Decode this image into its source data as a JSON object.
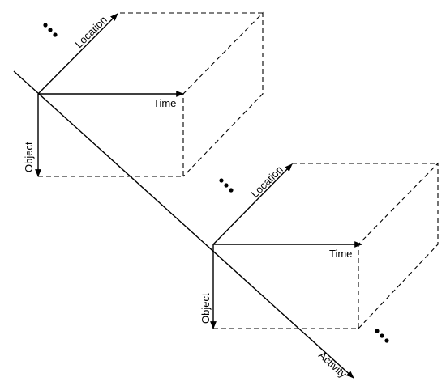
{
  "diagram": {
    "activity_axis_label": "Activity",
    "cubes": [
      {
        "location_label": "Location",
        "time_label": "Time",
        "object_label": "Object"
      },
      {
        "location_label": "Location",
        "time_label": "Time",
        "object_label": "Object"
      }
    ],
    "ellipsis_marks": 3,
    "line_color": "#000000"
  }
}
